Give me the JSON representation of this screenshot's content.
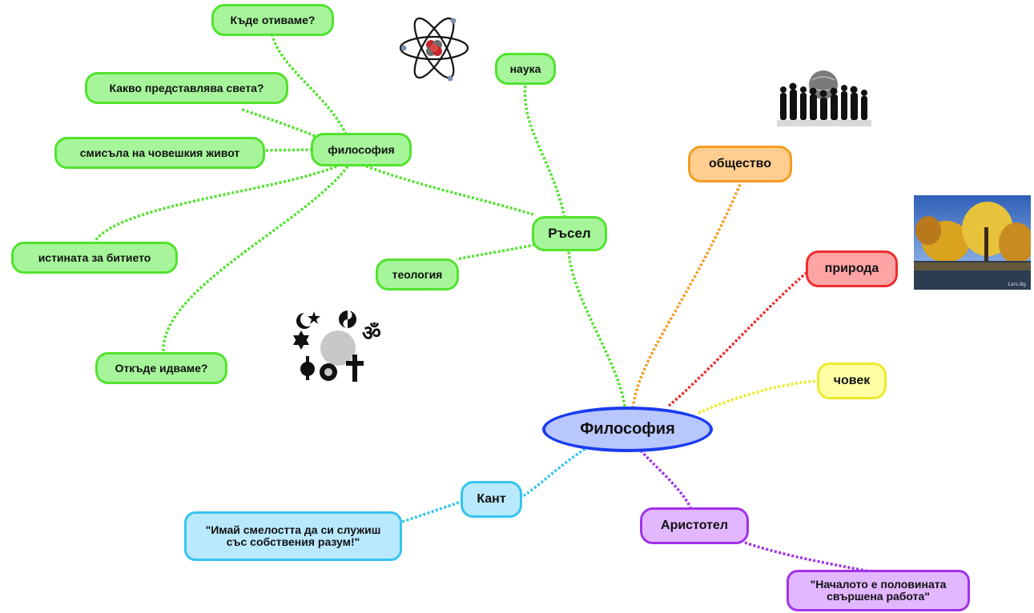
{
  "colors": {
    "green": "#52e22f",
    "orange": "#f59c21",
    "red": "#ee2d2d",
    "yellow": "#eeea2b",
    "blue": "#35c4ee",
    "purple": "#a132ea",
    "center": "#1a3cf0"
  },
  "icons": [
    "atom-icon",
    "crowd-globe-icon",
    "autumn-landscape-image",
    "religion-symbols-icon"
  ],
  "central": {
    "label": "Философия"
  },
  "nodes": {
    "filosofia": "философия",
    "kade_otivame": "Къде отиваме?",
    "kakvo_predstavlyava": "Какво представлява света?",
    "smisala": "смисъла на човешкия живот",
    "istinata": "истината за битието",
    "otkade_idvame": "Откъде идваме?",
    "nauka": "наука",
    "rasel": "Ръсел",
    "teologia": "теология",
    "obshtestvo": "общество",
    "priroda": "природа",
    "chovek": "човек",
    "kant": "Кант",
    "kant_quote": "\"Имай смелостта да си служиш със собствения разум!\"",
    "aristotel": "Аристотел",
    "aristotel_quote": "\"Началото е половината свършена работа\""
  }
}
